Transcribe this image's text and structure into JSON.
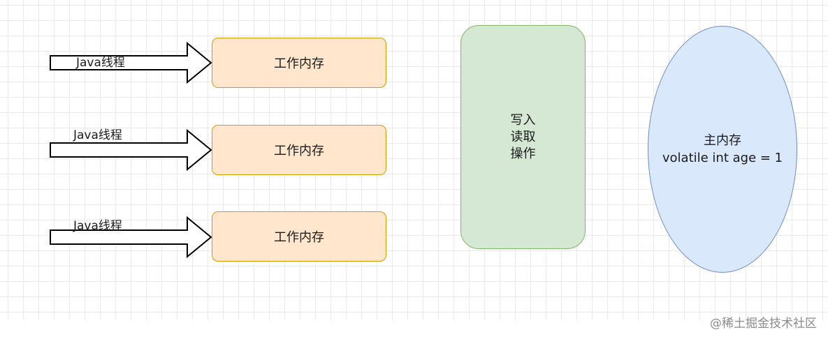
{
  "threads": [
    {
      "label": "Java线程",
      "work_memory_label": "工作内存"
    },
    {
      "label": "Java线程",
      "work_memory_label": "工作内存"
    },
    {
      "label": "Java线程",
      "work_memory_label": "工作内存"
    }
  ],
  "operation": {
    "line1": "写入",
    "line2": "读取",
    "line3": "操作"
  },
  "main_memory": {
    "title": "主内存",
    "declaration": "volatile int age = 1"
  },
  "watermark": "@稀土掘金技术社区",
  "colors": {
    "work_memory_fill": "#ffe6cc",
    "work_memory_stroke": "#d79b00",
    "operation_fill": "#d5e8d4",
    "operation_stroke": "#82b366",
    "main_memory_fill": "#dae8fc",
    "main_memory_stroke": "#6c8ebf"
  }
}
